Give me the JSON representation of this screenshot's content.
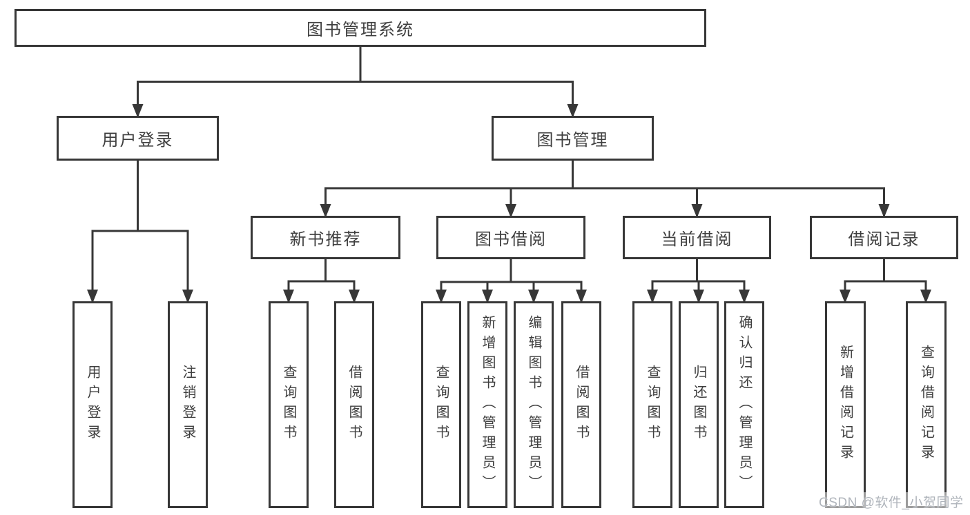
{
  "diagram": {
    "root": {
      "label": "图书管理系统"
    },
    "level2": [
      {
        "label": "用户登录"
      },
      {
        "label": "图书管理"
      }
    ],
    "level3": [
      {
        "label": "新书推荐"
      },
      {
        "label": "图书借阅"
      },
      {
        "label": "当前借阅"
      },
      {
        "label": "借阅记录"
      }
    ],
    "leaves": [
      {
        "label": "用户登录"
      },
      {
        "label": "注销登录"
      },
      {
        "label": "查询图书"
      },
      {
        "label": "借阅图书"
      },
      {
        "label": "查询图书"
      },
      {
        "label": "新增图书（管理员）"
      },
      {
        "label": "编辑图书（管理员）"
      },
      {
        "label": "借阅图书"
      },
      {
        "label": "查询图书"
      },
      {
        "label": "归还图书"
      },
      {
        "label": "确认归还（管理员）"
      },
      {
        "label": "新增借阅记录"
      },
      {
        "label": "查询借阅记录"
      }
    ],
    "line_color": "#373737"
  },
  "watermark": {
    "text": "CSDN @软件_小贺同学"
  }
}
